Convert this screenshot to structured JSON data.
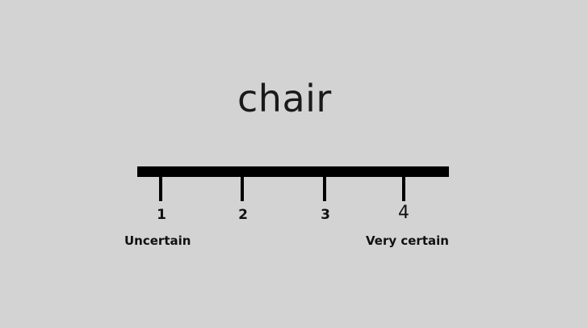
{
  "stimulus": {
    "word": "chair"
  },
  "rating_scale": {
    "points": [
      {
        "value": 1,
        "label": "1"
      },
      {
        "value": 2,
        "label": "2"
      },
      {
        "value": 3,
        "label": "3"
      },
      {
        "value": 4,
        "label": "4"
      }
    ],
    "anchor_low": "Uncertain",
    "anchor_high": "Very certain"
  },
  "colors": {
    "background": "#d3d3d3",
    "scale_bar": "#000000",
    "text": "#111111"
  }
}
